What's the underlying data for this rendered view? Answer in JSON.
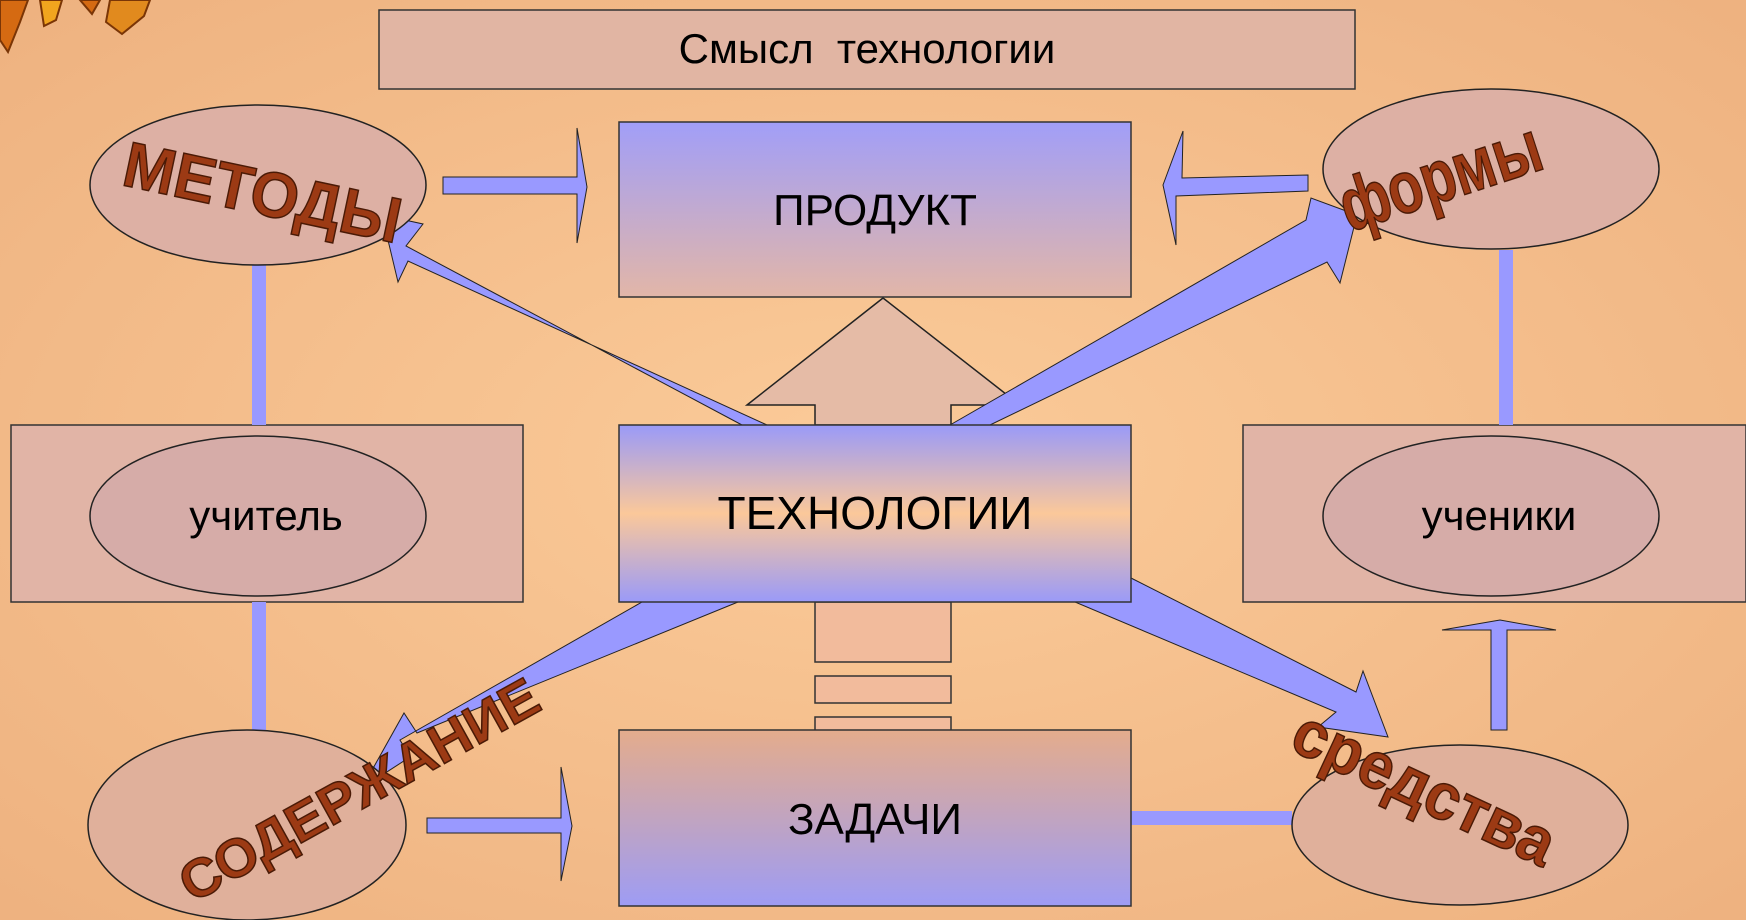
{
  "title": "Смысл  технологии",
  "boxes": {
    "product": "ПРОДУКТ",
    "technologies": "ТЕХНОЛОГИИ",
    "tasks": "ЗАДАЧИ"
  },
  "ovals": {
    "teacher": "учитель",
    "students": "ученики"
  },
  "wordart": {
    "methods": "МЕТОДЫ",
    "forms": "формы",
    "content": "СОДЕРЖАНИЕ",
    "means": "средства"
  },
  "colors": {
    "background_center": "#FBCB99",
    "background_edge": "#EDB07E",
    "arrow_fill": "#9999FF",
    "pinkish_fill": "#DDB1A6",
    "wordart_fill": "#9C3A14"
  }
}
